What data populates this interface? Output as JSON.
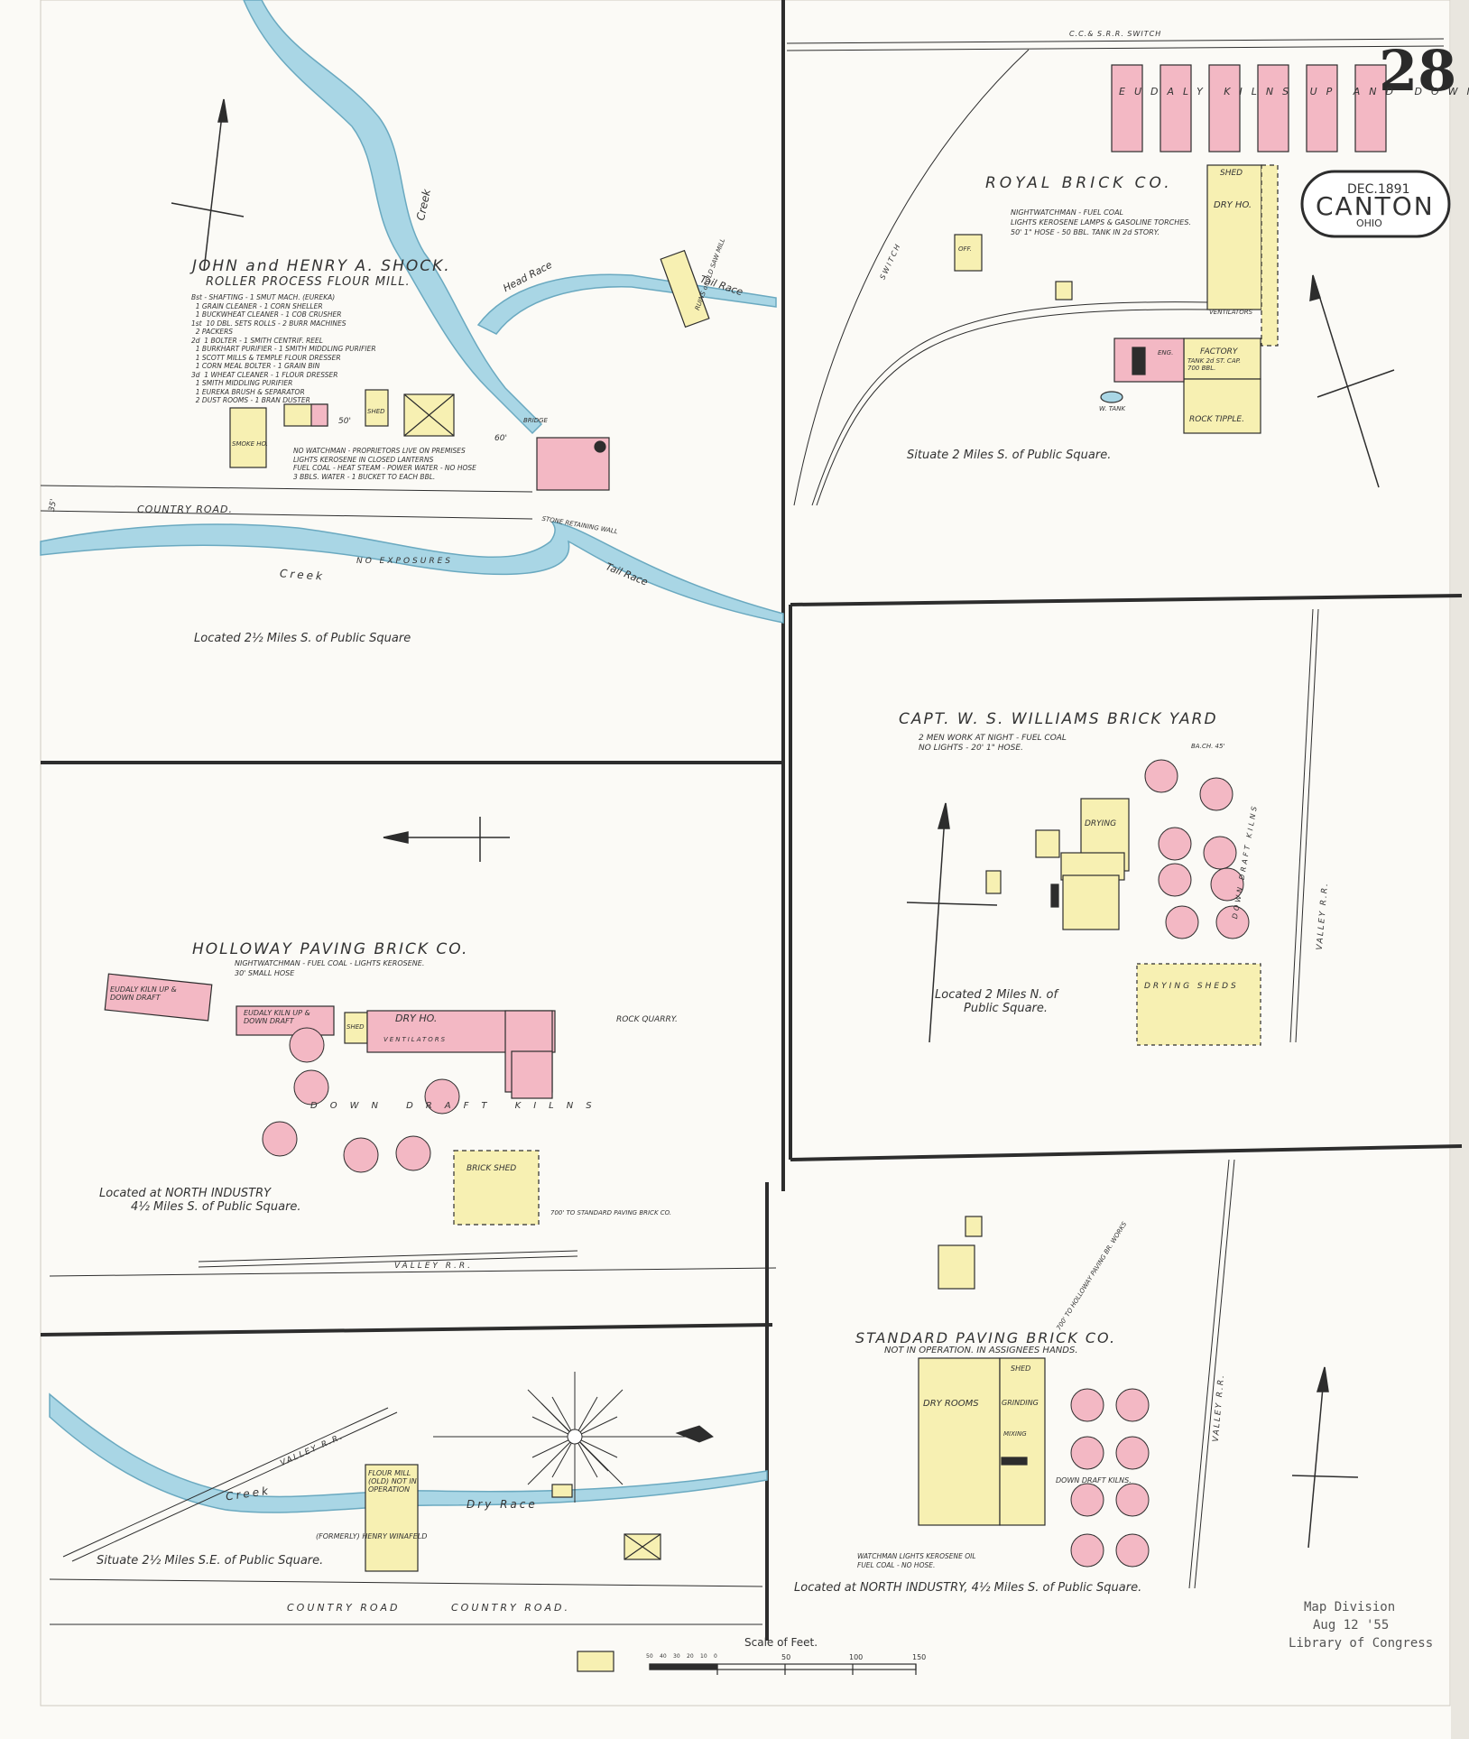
{
  "sheet": {
    "number": "28",
    "date": "DEC.1891",
    "city": "CANTON",
    "state": "OHIO"
  },
  "stamp": {
    "line1": "Map Division",
    "line2": "Aug 12 '55",
    "line3": "Library of Congress"
  },
  "scale": {
    "label": "Scale of Feet.",
    "ticks": [
      "50",
      "40",
      "30",
      "20",
      "10",
      "0",
      "50",
      "100",
      "150"
    ]
  },
  "shock_mill": {
    "title1": "JOHN and HENRY A. SHOCK.",
    "title2": "ROLLER PROCESS FLOUR MILL.",
    "equipment": "Bst - SHAFTING - 1 SMUT MACH. (EUREKA)\n  1 GRAIN CLEANER - 1 CORN SHELLER\n  1 BUCKWHEAT CLEANER - 1 COB CRUSHER\n1st  10 DBL. SETS ROLLS - 2 BURR MACHINES\n  2 PACKERS\n2d  1 BOLTER - 1 SMITH CENTRIF. REEL\n  1 BURKHART PURIFIER - 1 SMITH MIDDLING PURIFIER\n  1 SCOTT MILLS & TEMPLE FLOUR DRESSER\n  1 CORN MEAL BOLTER - 1 GRAIN BIN\n3d  1 WHEAT CLEANER - 1 FLOUR DRESSER\n  1 SMITH MIDDLING PURIFIER\n  1 EUREKA BRUSH & SEPARATOR\n  2 DUST ROOMS - 1 BRAN DUSTER",
    "notes": "NO WATCHMAN - PROPRIETORS LIVE ON PREMISES\nLIGHTS KEROSENE IN CLOSED LANTERNS\nFUEL COAL - HEAT STEAM - POWER WATER - NO HOSE\n3 BBLS. WATER - 1 BUCKET TO EACH BBL.",
    "location": "Located 2½ Miles S. of Public Square",
    "road": "COUNTRY ROAD.",
    "creek": "Creek",
    "head_race": "Head Race",
    "tail_race": "Tail Race",
    "no_exposures": "NO EXPOSURES",
    "stone_wall": "STONE RETAINING WALL",
    "bridge": "BRIDGE",
    "old_saw_mill": "RUINS of OLD SAW MILL",
    "shed": "SHED",
    "smoke_ho": "SMOKE HO.",
    "dist_35": "35'",
    "dist_60": "60'",
    "dist_50": "50'"
  },
  "royal_brick": {
    "title": "ROYAL BRICK CO.",
    "notes": "NIGHTWATCHMAN - FUEL COAL\nLIGHTS KEROSENE LAMPS & GASOLINE TORCHES.\n50' 1\" HOSE - 50 BBL. TANK IN 2d STORY.",
    "location": "Situate 2 Miles S. of Public Square.",
    "switch_top": "C.C.& S.R.R. SWITCH",
    "switch": "SWITCH",
    "kilns": "EUDALY KILNS UP AND DOWN DRAFT.",
    "shed": "SHED",
    "dry_ho": "DRY HO.",
    "ventilators": "VENTILATORS",
    "factory": "FACTORY",
    "tank": "TANK 2d ST. CAP. 700 BBL.",
    "rock_tipple": "ROCK TIPPLE.",
    "w_tank": "W. TANK",
    "off": "OFF.",
    "eng": "ENG."
  },
  "williams": {
    "title": "CAPT. W. S. WILLIAMS BRICK YARD",
    "notes": "2 MEN WORK AT NIGHT - FUEL COAL\nNO LIGHTS - 20' 1\" HOSE.",
    "location1": "Located 2 Miles N. of",
    "location2": "Public Square.",
    "drying": "DRYING",
    "kilns": "DOWN DRAFT KILNS",
    "drying_sheds": "DRYING SHEDS",
    "valley_rr": "VALLEY R.R.",
    "bach": "BA.CH. 45'"
  },
  "holloway": {
    "title": "HOLLOWAY PAVING BRICK CO.",
    "notes": "NIGHTWATCHMAN - FUEL COAL - LIGHTS KEROSENE.\n30' SMALL HOSE",
    "location1": "Located at NORTH INDUSTRY",
    "location2": "4½ Miles S. of Public Square.",
    "kiln_a": "EUDALY KILN UP & DOWN DRAFT",
    "kiln_b": "EUDALY KILN UP & DOWN DRAFT",
    "dry_ho": "DRY HO.",
    "ventilators": "VENTILATORS",
    "kilns": "DOWN DRAFT KILNS",
    "brick_shed": "BRICK SHED",
    "rock_quarry": "ROCK QUARRY.",
    "to_standard": "700' TO STANDARD PAVING BRICK CO.",
    "valley_rr": "VALLEY R.R.",
    "shed": "SHED"
  },
  "winafeld": {
    "flour_mill": "FLOUR MILL (OLD) NOT IN OPERATION",
    "owner": "(FORMERLY) HENRY WINAFELD",
    "location": "Situate 2½ Miles S.E. of Public Square.",
    "road": "COUNTRY ROAD",
    "creek": "Creek",
    "dry_race": "Dry Race",
    "valley_rr": "VALLEY R.R."
  },
  "standard": {
    "title": "STANDARD PAVING BRICK CO.",
    "subtitle": "NOT IN OPERATION. IN ASSIGNEES HANDS.",
    "dry_rooms": "DRY ROOMS",
    "shed": "SHED",
    "grinding": "GRINDING",
    "mixing": "MIXING",
    "kilns": "DOWN DRAFT KILNS.",
    "notes": "WATCHMAN LIGHTS KEROSENE OIL\nFUEL COAL - NO HOSE.",
    "location": "Located at NORTH INDUSTRY, 4½ Miles S. of Public Square.",
    "to_holloway": "700' TO HOLLOWAY PAVING BR. WORKS",
    "valley_rr": "VALLEY R.R."
  },
  "colors": {
    "pink": "#f3b8c4",
    "yellow": "#f7f0b2",
    "water": "#a9d6e5",
    "ink": "#2d2d2d"
  }
}
